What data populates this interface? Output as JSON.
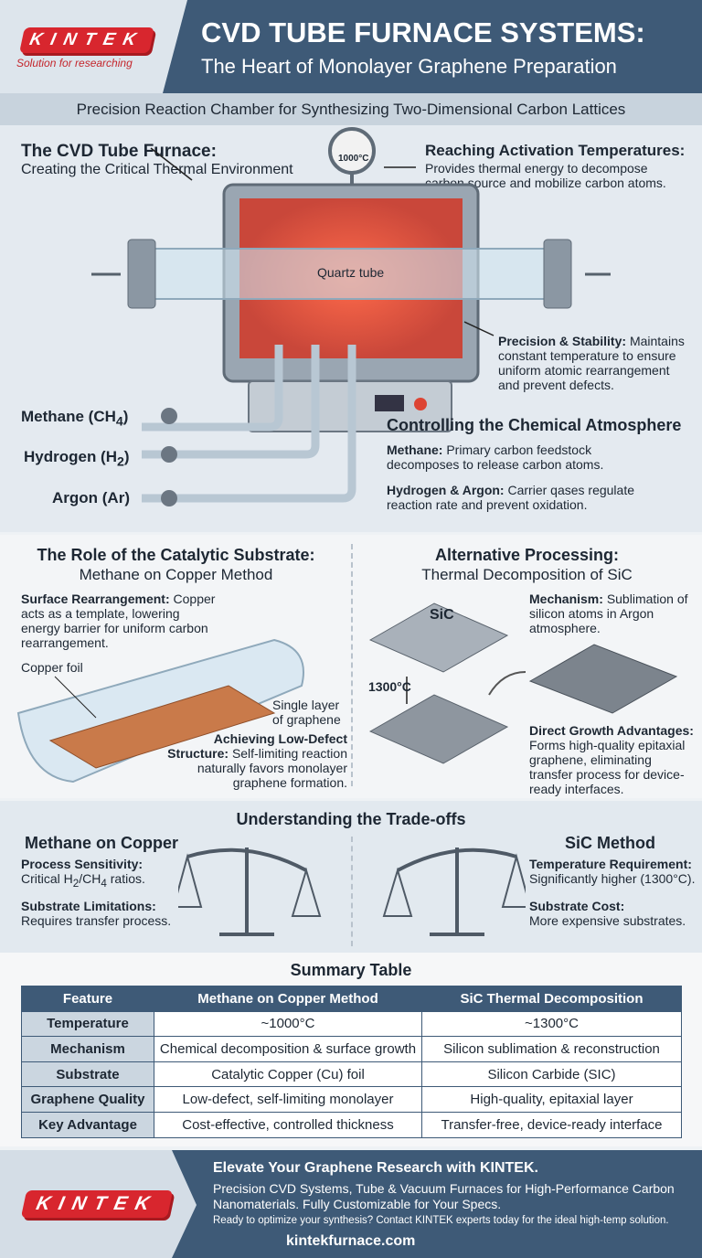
{
  "header": {
    "logo": "KINTEK",
    "tagline": "Solution for researching",
    "title": "CVD TUBE FURNACE SYSTEMS:",
    "subtitle": "The Heart of Monolayer Graphene Preparation"
  },
  "banner": "Precision Reaction Chamber for Synthesizing Two-Dimensional Carbon Lattices",
  "furnace": {
    "left_title": "The CVD Tube Furnace:",
    "left_sub": "Creating the Critical Thermal Environment",
    "gauge": "1000°C",
    "right_title": "Reaching Activation Temperatures:",
    "right_text": "Provides thermal energy to decompose carbon source and mobilize carbon atoms.",
    "tube_label": "Quartz tube",
    "precision_title": "Precision & Stability:",
    "precision_text": "Maintains constant temperature to ensure uniform atomic rearrangement and prevent defects.",
    "gases": [
      {
        "name": "Methane (CH",
        "sub": "4",
        "end": ")"
      },
      {
        "name": "Hydrogen (H",
        "sub": "2",
        "end": ")"
      },
      {
        "name": "Argon (Ar)",
        "sub": "",
        "end": ""
      }
    ],
    "atm_title": "Controlling the Chemical Atmosphere",
    "methane_title": "Methane:",
    "methane_text": "Primary carbon feedstock decomposes to release carbon atoms.",
    "ha_title": "Hydrogen & Argon:",
    "ha_text": "Carrier qases regulate reaction rate and prevent oxidation."
  },
  "substrate": {
    "title": "The Role of the Catalytic Substrate:",
    "subtitle": "Methane on Copper Method",
    "sr_title": "Surface Rearrangement:",
    "sr_text": "Copper acts as a template, lowering energy barrier for uniform carbon rearrangement.",
    "foil": "Copper foil",
    "layer": "Single layer of graphene",
    "ld_title": "Achieving Low-Defect Structure:",
    "ld_text": "Self-limiting reaction naturally favors monolayer graphene formation."
  },
  "sic": {
    "title": "Alternative Processing:",
    "subtitle": "Thermal Decomposition of SiC",
    "chip": "SiC",
    "temp": "1300°C",
    "mech_title": "Mechanism:",
    "mech_text": "Sublimation of silicon atoms in Argon atmosphere.",
    "dg_title": "Direct Growth Advantages:",
    "dg_text": "Forms high-quality epitaxial graphene, eliminating transfer process for device-ready interfaces."
  },
  "tradeoffs": {
    "title": "Understanding the Trade-offs",
    "left": {
      "title": "Methane on Copper",
      "ps_title": "Process Sensitivity:",
      "ps_pre": "Critical H",
      "ps_s1": "2",
      "ps_mid": "/CH",
      "ps_s2": "4",
      "ps_end": " ratios.",
      "sl_title": "Substrate Limitations:",
      "sl_text": "Requires transfer process."
    },
    "right": {
      "title": "SiC Method",
      "tr_title": "Temperature Requirement:",
      "tr_text": "Significantly higher (1300°C).",
      "sc_title": "Substrate Cost:",
      "sc_text": "More expensive substrates."
    }
  },
  "table": {
    "title": "Summary Table",
    "headers": [
      "Feature",
      "Methane on Copper Method",
      "SiC Thermal Decomposition"
    ],
    "rows": [
      [
        "Temperature",
        "~1000°C",
        "~1300°C"
      ],
      [
        "Mechanism",
        "Chemical decomposition & surface growth",
        "Silicon sublimation & reconstruction"
      ],
      [
        "Substrate",
        "Catalytic Copper (Cu) foil",
        "Silicon Carbide (SIC)"
      ],
      [
        "Graphene Quality",
        "Low-defect, self-limiting monolayer",
        "High-quality, epitaxial layer"
      ],
      [
        "Key Advantage",
        "Cost-effective, controlled thickness",
        "Transfer-free, device-ready interface"
      ]
    ]
  },
  "footer": {
    "logo": "KINTEK",
    "headline": "Elevate Your Graphene Research with KINTEK.",
    "text": "Precision CVD Systems, Tube & Vacuum Furnaces for High-Performance Carbon Nanomaterials. Fully Customizable for Your Specs.",
    "cta": "Ready to optimize your synthesis? Contact KINTEK experts today for the ideal high-temp solution.",
    "url": "kintekfurnace.com"
  },
  "colors": {
    "navy": "#3e5a77",
    "red": "#d8262e",
    "copper": "#c97a4a"
  }
}
